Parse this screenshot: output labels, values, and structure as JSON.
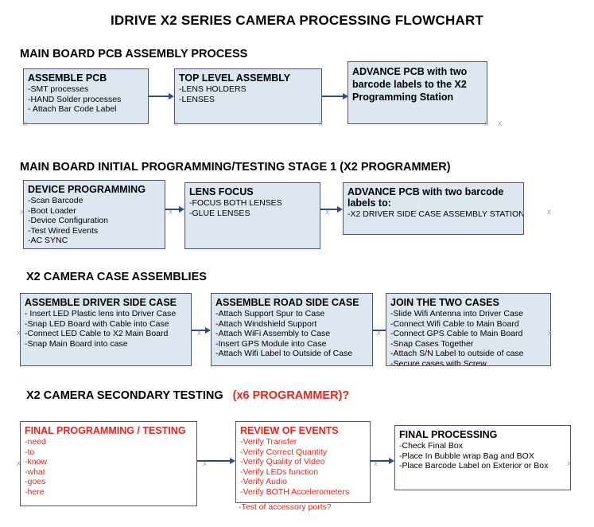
{
  "title": "IDRIVE X2  SERIES CAMERA PROCESSING FLOWCHART",
  "sections": [
    {
      "label": "MAIN BOARD PCB ASSEMBLY PROCESS"
    },
    {
      "label": "MAIN BOARD INITIAL PROGRAMMING/TESTING STAGE 1 (X2 PROGRAMMER)"
    },
    {
      "label": "X2 CAMERA CASE ASSEMBLIES"
    },
    {
      "label_main": "X2 CAMERA SECONDARY TESTING",
      "label_red": "(x6 PROGRAMMER)?"
    }
  ],
  "boxes": {
    "assemble_pcb": {
      "title": "ASSEMBLE PCB",
      "items": [
        "-SMT processes",
        "-HAND Solder processes",
        "- Attach Bar Code Label"
      ]
    },
    "top_level_assembly": {
      "title": "TOP LEVEL ASSEMBLY",
      "items": [
        "-LENS HOLDERS",
        "-LENSES"
      ]
    },
    "advance_pcb_1": {
      "title": "ADVANCE PCB with two barcode labels to the X2 Programming Station",
      "items": []
    },
    "device_programming": {
      "title": "DEVICE PROGRAMMING",
      "items": [
        "-Scan Barcode",
        "-Boot Loader",
        "-Device Configuration",
        "-Test Wired Events",
        "-AC SYNC"
      ]
    },
    "lens_focus": {
      "title": "LENS FOCUS",
      "items": [
        "-FOCUS BOTH LENSES",
        "-GLUE LENSES"
      ]
    },
    "advance_pcb_2": {
      "title": "ADVANCE PCB with two barcode labels to:",
      "items": [
        "-X2 DRIVER  SIDE  CASE  ASSEMBLY STATION"
      ]
    },
    "assemble_driver_side": {
      "title": "ASSEMBLE DRIVER SIDE CASE",
      "items": [
        "- Insert LED Plastic lens into Driver Case",
        "-Snap LED Board with Cable into Case",
        "-Connect LED Cable to X2 Main Board",
        "-Snap Main Board into case"
      ]
    },
    "assemble_road_side": {
      "title": "ASSEMBLE ROAD SIDE CASE",
      "items": [
        "-Attach Support Spur to Case",
        "-Attach Windshield Support",
        "-Attach WiFi Assembly to Case",
        "-Insert GPS Module into Case",
        "-Attach Wifi Label to Outside of Case"
      ]
    },
    "join_two_cases": {
      "title": "JOIN THE TWO CASES",
      "items": [
        "-Slide Wifi Antenna into Driver Case",
        "-Connect Wifi Cable to Main Board",
        "-Connect GPS Cable to Main Board",
        "-Snap Cases Together",
        "-Attach S/N Label to outside of case",
        "-Secure cases with Screw"
      ]
    },
    "final_programming": {
      "title": "FINAL PROGRAMMING / TESTING",
      "items": [
        "-need",
        "-to",
        "-know",
        "-what",
        "-goes",
        "-here"
      ]
    },
    "review_of_events": {
      "title": "REVIEW OF EVENTS",
      "items": [
        "-Verify Transfer",
        "-Verify Correct Quantity",
        "-Verify Quality of Video",
        "-Verify LEDs function",
        "-Verify Audio",
        "-Verify BOTH Accelerometers",
        "-Test of accessory ports?"
      ]
    },
    "final_processing": {
      "title": "FINAL PROCESSING",
      "items": [
        "-Check Final Box",
        "-Place In Bubble wrap Bag and BOX",
        "-Place Barcode Label on Exterior or Box"
      ]
    }
  },
  "colors": {
    "box_fill": "#dee6f0",
    "box_border": "#4a5a6a",
    "arrow": "#2d4a86",
    "red_text": "#e8251f",
    "tick": "#9aa4b0"
  },
  "tick_marks": "x"
}
